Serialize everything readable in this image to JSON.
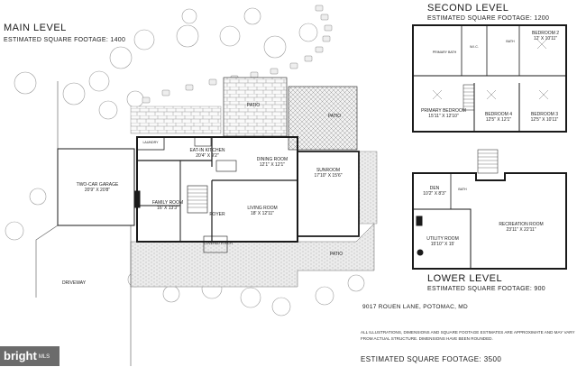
{
  "main_level": {
    "title": "MAIN LEVEL",
    "subtitle": "ESTIMATED SQUARE FOOTAGE: 1400",
    "rooms": {
      "eat_in_kitchen": {
        "name": "EAT-IN KITCHEN",
        "dims": "20'4\" X 9'2\""
      },
      "dining_room": {
        "name": "DINING ROOM",
        "dims": "12'1\" X 12'1\""
      },
      "sunroom": {
        "name": "SUNROOM",
        "dims": "17'10\" X 15'6\""
      },
      "two_car_garage": {
        "name": "TWO-CAR GARAGE",
        "dims": "20'9\" X 20'8\""
      },
      "family_room": {
        "name": "FAMILY ROOM",
        "dims": "16' X 13'3\""
      },
      "living_room": {
        "name": "LIVING ROOM",
        "dims": "18' X 12'11\""
      },
      "foyer": {
        "name": "FOYER"
      },
      "patio_top": {
        "name": "PATIO"
      },
      "patio_right": {
        "name": "PATIO"
      },
      "patio_bottom": {
        "name": "PATIO"
      },
      "covered_porch": {
        "name": "COVERED PORCH"
      },
      "driveway": {
        "name": "DRIVEWAY"
      },
      "laundry": {
        "name": "LAUNDRY"
      }
    }
  },
  "second_level": {
    "title": "SECOND LEVEL",
    "subtitle": "ESTIMATED SQUARE FOOTAGE: 1200",
    "rooms": {
      "primary_bedroom": {
        "name": "PRIMARY BEDROOM",
        "dims": "15'11\" X 12'10\""
      },
      "bedroom_2": {
        "name": "BEDROOM 2",
        "dims": "12' X 10'11\""
      },
      "bedroom_3": {
        "name": "BEDROOM 3",
        "dims": "12'5\" X 10'11\""
      },
      "bedroom_4": {
        "name": "BEDROOM 4",
        "dims": "12'5\" X 12'1\""
      },
      "bath": {
        "name": "BATH"
      },
      "primary_bath": {
        "name": "PRIMARY BATH"
      },
      "wic": {
        "name": "W.I.C."
      }
    }
  },
  "lower_level": {
    "title": "LOWER LEVEL",
    "subtitle": "ESTIMATED SQUARE FOOTAGE: 900",
    "rooms": {
      "den": {
        "name": "DEN",
        "dims": "10'2\" X 8'3\""
      },
      "recreation_room": {
        "name": "RECREATION ROOM",
        "dims": "23'11\" X 22'11\""
      },
      "utility_room": {
        "name": "UTILITY ROOM",
        "dims": "15'10\" X 15'"
      },
      "bath": {
        "name": "BATH"
      }
    }
  },
  "address": "9017 ROUEN LANE, POTOMAC, MD",
  "disclaimer": "ALL ILLUSTRATIONS, DIMENSIONS AND SQUARE FOOTAGE ESTIMATES ARE APPROXIMATE AND MAY VARY FROM ACTUAL STRUCTURE. DIMENSIONS HAVE BEEN ROUNDED.",
  "total_footage": "ESTIMATED SQUARE FOOTAGE: 3500",
  "logo": {
    "brand": "bright",
    "suffix": "MLS"
  },
  "colors": {
    "line": "#1a1a1a",
    "hatch": "#9a9a9a",
    "paving": "#b5b5b5",
    "tree": "#c9c9c9"
  }
}
